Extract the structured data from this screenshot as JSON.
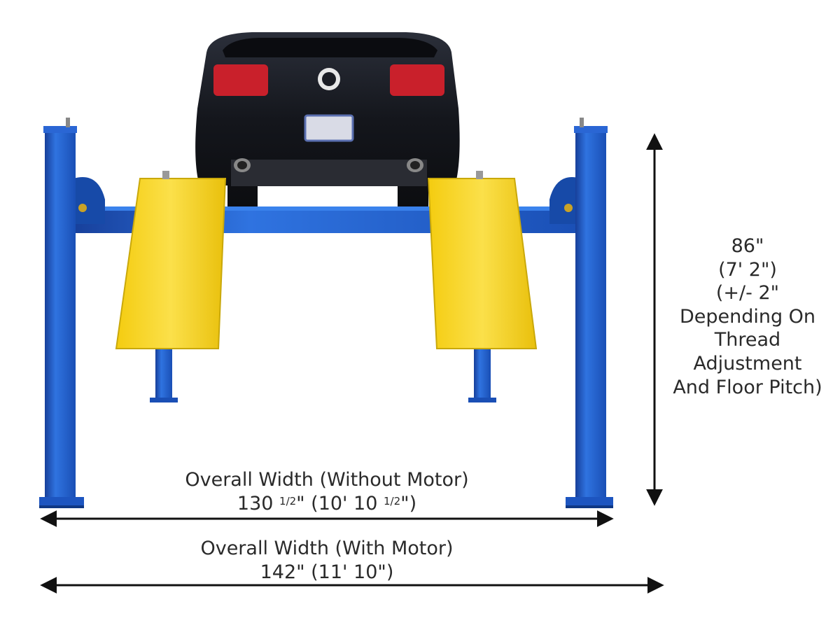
{
  "diagram": {
    "height_dimension": {
      "lines": [
        "86\"",
        "(7' 2\")",
        "(+/- 2\"",
        "Depending On",
        "Thread",
        "Adjustment",
        "And Floor Pitch)"
      ]
    },
    "width_without_motor": {
      "line1": "Overall Width (Without Motor)",
      "line2_whole": "130 ",
      "line2_frac_a": "1/2",
      "line2_mid": "\" (10' 10 ",
      "line2_frac_b": "1/2",
      "line2_end": "\")"
    },
    "width_with_motor": {
      "line1": "Overall Width (With Motor)",
      "line2": "142\" (11' 10\")"
    }
  },
  "colors": {
    "post_blue": "#1f5fd0",
    "post_dark": "#153f96",
    "runway_yellow": "#f7d21a",
    "runway_shadow": "#c9a80a",
    "car_body": "#16181f",
    "tail_light": "#c9202b",
    "arrow": "#111111"
  },
  "icons": [
    "four-post-lift",
    "car-rear-view",
    "dimension-arrow"
  ]
}
